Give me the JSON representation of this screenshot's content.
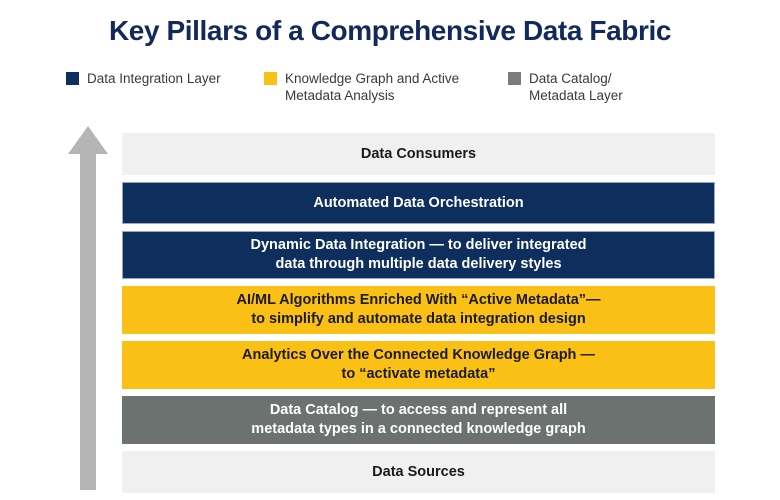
{
  "title": "Key Pillars of a Comprehensive Data Fabric",
  "colors": {
    "navy": "#0e2f5e",
    "title_navy": "#13295b",
    "yellow": "#fbc015",
    "gray": "#6b7270",
    "light": "#f0f0f0",
    "arrow_gray": "#b5b5b5",
    "background": "#ffffff"
  },
  "legend": {
    "items": [
      {
        "label": "Data Integration Layer",
        "color": "#0e2f5e",
        "swatch_name": "navy-swatch"
      },
      {
        "label": "Knowledge Graph and Active\nMetadata Analysis",
        "color": "#fbc015",
        "swatch_name": "yellow-swatch"
      },
      {
        "label": "Data Catalog/\nMetadata Layer",
        "color": "#7b7b7b",
        "swatch_name": "gray-swatch"
      }
    ]
  },
  "arrow": {
    "icon": "up-arrow-icon",
    "color": "#b5b5b5",
    "direction": "up"
  },
  "chart_data": {
    "type": "bar",
    "orientation": "horizontal-stack",
    "title": "Key Pillars of a Comprehensive Data Fabric",
    "categories": [
      "Data Consumers",
      "Automated Data Orchestration",
      "Dynamic Data Integration",
      "AI/ML Algorithms Enriched With “Active Metadata”",
      "Analytics Over the Connected Knowledge Graph",
      "Data Catalog",
      "Data Sources"
    ],
    "legend_position": "top",
    "grid": false
  },
  "stack": {
    "bands": [
      {
        "text": "Data Consumers",
        "style": "light",
        "lines": 1,
        "group": "endpoint",
        "name": "band-data-consumers"
      },
      {
        "text": "Automated Data Orchestration",
        "style": "navy",
        "lines": 1,
        "group": "Data Integration Layer",
        "name": "band-automated-data-orchestration"
      },
      {
        "text": "Dynamic Data Integration — to deliver integrated\ndata through multiple data delivery styles",
        "style": "navy",
        "lines": 2,
        "group": "Data Integration Layer",
        "name": "band-dynamic-data-integration"
      },
      {
        "text": "AI/ML Algorithms Enriched With “Active Metadata”—\nto simplify and automate data integration design",
        "style": "yellow",
        "lines": 2,
        "group": "Knowledge Graph and Active Metadata Analysis",
        "name": "band-ai-ml-algorithms"
      },
      {
        "text": "Analytics Over the Connected Knowledge Graph —\nto “activate metadata”",
        "style": "yellow",
        "lines": 2,
        "group": "Knowledge Graph and Active Metadata Analysis",
        "name": "band-analytics-knowledge-graph"
      },
      {
        "text": "Data Catalog — to access and represent all\nmetadata types in a connected knowledge graph",
        "style": "gray",
        "lines": 2,
        "group": "Data Catalog/Metadata Layer",
        "name": "band-data-catalog"
      },
      {
        "text": "Data Sources",
        "style": "light",
        "lines": 1,
        "group": "endpoint",
        "name": "band-data-sources"
      }
    ]
  }
}
